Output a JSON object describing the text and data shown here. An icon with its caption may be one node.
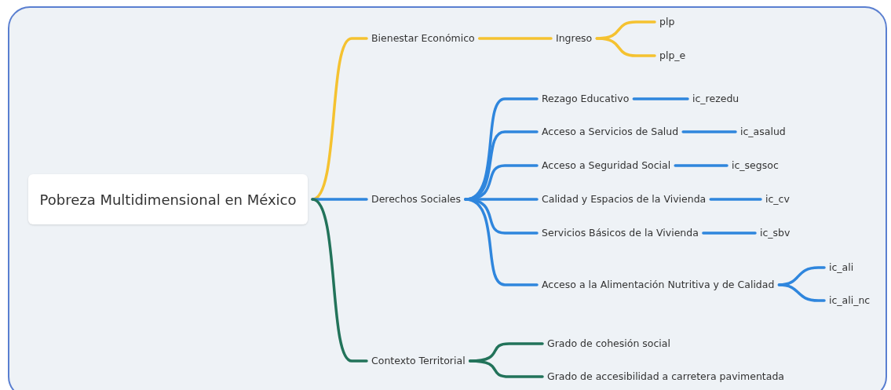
{
  "diagram": {
    "nodes": [
      {
        "text": [
          "Pobreza Multidimensional en México"
        ]
      },
      {
        "text": [
          "Bienestar Económico"
        ]
      },
      {
        "text": [
          "Ingreso"
        ]
      },
      {
        "text": [
          "plp"
        ]
      },
      {
        "text": [
          "plp_e"
        ]
      },
      {
        "text": [
          "Derechos Sociales"
        ]
      },
      {
        "text": [
          "Rezago Educativo"
        ]
      },
      {
        "text": [
          "ic_rezedu"
        ]
      },
      {
        "text": [
          "Acceso a Servicios de Salud"
        ]
      },
      {
        "text": [
          "ic_asalud"
        ]
      },
      {
        "text": [
          "Acceso a Seguridad Social"
        ]
      },
      {
        "text": [
          "ic_segsoc"
        ]
      },
      {
        "text": [
          "Calidad y Espacios de la Vivienda"
        ]
      },
      {
        "text": [
          "ic_cv"
        ]
      },
      {
        "text": [
          "Servicios Básicos de la Vivienda"
        ]
      },
      {
        "text": [
          "ic_sbv"
        ]
      },
      {
        "text": [
          "Acceso a la Alimentación Nutritiva y de Calidad"
        ]
      },
      {
        "text": [
          "ic_ali"
        ]
      },
      {
        "text": [
          "ic_ali_nc"
        ]
      },
      {
        "text": [
          "Contexto Territorial"
        ]
      },
      {
        "text": [
          "Grado de cohesión social"
        ]
      },
      {
        "text": [
          "Grado de accesibilidad a carretera pavimentada"
        ]
      }
    ],
    "edges": [
      {
        "from": 0,
        "to": 1,
        "arrow": "none",
        "color": "#f5c230"
      },
      {
        "from": 1,
        "to": 2,
        "arrow": "none",
        "color": "#f5c230"
      },
      {
        "from": 2,
        "to": 3,
        "arrow": "none",
        "color": "#f5c230"
      },
      {
        "from": 2,
        "to": 4,
        "arrow": "none",
        "color": "#f5c230"
      },
      {
        "from": 0,
        "to": 5,
        "arrow": "none"
      },
      {
        "from": 5,
        "to": 6,
        "arrow": "none"
      },
      {
        "from": 6,
        "to": 7,
        "arrow": "none"
      },
      {
        "from": 5,
        "to": 8,
        "arrow": "none"
      },
      {
        "from": 8,
        "to": 9,
        "arrow": "none"
      },
      {
        "from": 5,
        "to": 10,
        "arrow": "none"
      },
      {
        "from": 10,
        "to": 11,
        "arrow": "none"
      },
      {
        "from": 5,
        "to": 12,
        "arrow": "none"
      },
      {
        "from": 12,
        "to": 13,
        "arrow": "none"
      },
      {
        "from": 5,
        "to": 14,
        "arrow": "none"
      },
      {
        "from": 14,
        "to": 15,
        "arrow": "none"
      },
      {
        "from": 5,
        "to": 16,
        "arrow": "none"
      },
      {
        "from": 16,
        "to": 17,
        "arrow": "none"
      },
      {
        "from": 16,
        "to": 18,
        "arrow": "none"
      },
      {
        "from": 0,
        "to": 19,
        "arrow": "none",
        "color": "#22735a"
      },
      {
        "from": 19,
        "to": 20,
        "arrow": "none",
        "color": "#22735a"
      },
      {
        "from": 19,
        "to": 21,
        "arrow": "none",
        "color": "#22735a"
      }
    ]
  }
}
